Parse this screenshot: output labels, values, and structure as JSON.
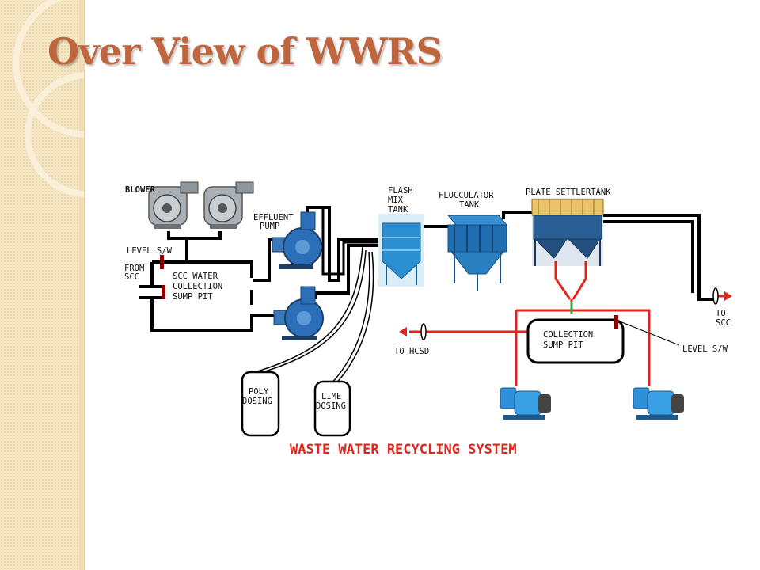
{
  "slide": {
    "title": "Over View of WWRS"
  },
  "diagram": {
    "caption": "WASTE WATER RECYCLING SYSTEM",
    "labels": {
      "blower": "BLOWER",
      "effluent_pump_1": "EFFLUENT",
      "effluent_pump_2": "PUMP",
      "level_sw_left": "LEVEL S/W",
      "from_scc_1": "FROM",
      "from_scc_2": "SCC",
      "scc_pit_1": "SCC WATER",
      "scc_pit_2": "COLLECTION",
      "scc_pit_3": "SUMP PIT",
      "flash_1": "FLASH",
      "flash_2": "MIX",
      "flash_3": "TANK",
      "floc_1": "FLOCCULATOR",
      "floc_2": "TANK",
      "plate_settler": "PLATE SETTLERTANK",
      "to_scc_1": "TO",
      "to_scc_2": "SCC",
      "collection_pit_1": "COLLECTION",
      "collection_pit_2": "SUMP PIT",
      "to_hcsd": "TO HCSD",
      "level_sw_right": "LEVEL S/W",
      "poly_1": "POLY",
      "poly_2": "DOSING",
      "lime_1": "LIME",
      "lime_2": "DOSING"
    },
    "colors": {
      "pipe_black": "#000000",
      "pipe_red": "#e0261c",
      "valve": "#8b0000",
      "tank_blue": "#2a8fd0",
      "pump_blue": "#2b6fb8"
    }
  }
}
